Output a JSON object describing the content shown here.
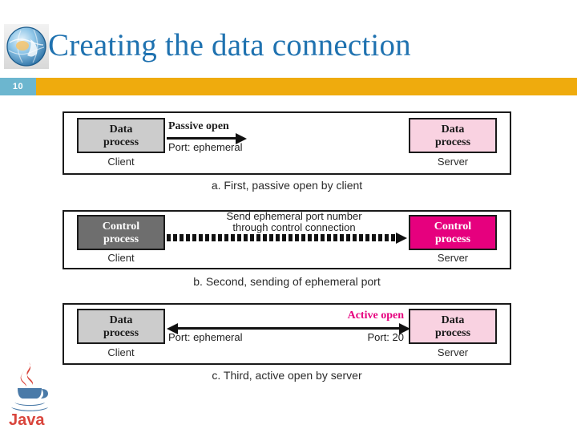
{
  "slide": {
    "title": "Creating the data connection",
    "page_number": "10",
    "logo_icon": "globe-icon",
    "footer_logo": "java-logo",
    "footer_logo_label": "Java",
    "accent_color": "#efab0d",
    "badge_color": "#6cb6cf",
    "title_color": "#1f72b0"
  },
  "figure": {
    "panels": [
      {
        "id": "a",
        "left_box": {
          "line1": "Data",
          "line2": "process",
          "fill": "#cccccc",
          "text_color": "#1a1a1a"
        },
        "right_box": {
          "line1": "Data",
          "line2": "process",
          "fill": "#f9d2e1",
          "text_color": "#1a1a1a"
        },
        "left_end_label": "Client",
        "right_end_label": "Server",
        "arrow_label_top": "Passive open",
        "arrow_label_bottom": "Port: ephemeral",
        "arrow_direction": "right",
        "arrow_style": "solid",
        "caption": "a. First, passive open by client"
      },
      {
        "id": "b",
        "left_box": {
          "line1": "Control",
          "line2": "process",
          "fill": "#6e6e6e",
          "text_color": "#ffffff"
        },
        "right_box": {
          "line1": "Control",
          "line2": "process",
          "fill": "#e6007e",
          "text_color": "#ffffff"
        },
        "left_end_label": "Client",
        "right_end_label": "Server",
        "arrow_label_top": "Send ephemeral port number",
        "arrow_label_bottom": "through control connection",
        "arrow_direction": "right",
        "arrow_style": "dashed",
        "caption": "b. Second, sending of ephemeral port"
      },
      {
        "id": "c",
        "left_box": {
          "line1": "Data",
          "line2": "process",
          "fill": "#cccccc",
          "text_color": "#1a1a1a"
        },
        "right_box": {
          "line1": "Data",
          "line2": "process",
          "fill": "#f9d2e1",
          "text_color": "#1a1a1a"
        },
        "left_end_label": "Client",
        "right_end_label": "Server",
        "label_client_port": "Port: ephemeral",
        "label_server_port": "Port: 20",
        "label_active_open": "Active open",
        "active_open_color": "#e6007e",
        "arrow_direction": "both",
        "arrow_style": "solid",
        "caption": "c. Third, active open by server"
      }
    ]
  }
}
